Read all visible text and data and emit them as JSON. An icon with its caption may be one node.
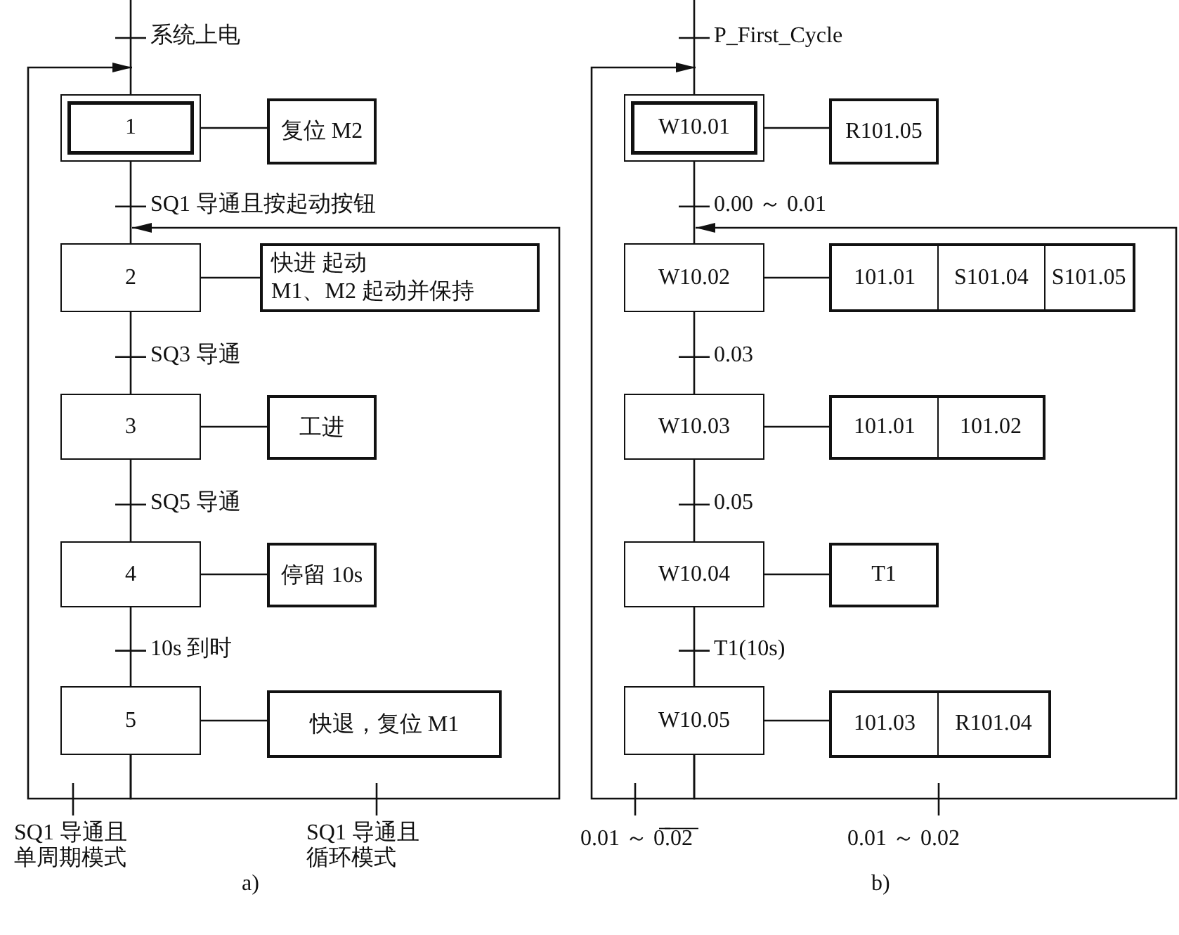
{
  "diagram": {
    "nodes": [
      {
        "text": [
          "1"
        ]
      },
      {
        "text": [
          "复位 M2"
        ]
      },
      {
        "text": [
          "2"
        ]
      },
      {
        "text": [
          "快进 起动",
          "M1、M2 起动并保持"
        ]
      },
      {
        "text": [
          "3"
        ]
      },
      {
        "text": [
          "工进"
        ]
      },
      {
        "text": [
          "4"
        ]
      },
      {
        "text": [
          "停留 10s"
        ]
      },
      {
        "text": [
          "5"
        ]
      },
      {
        "text": [
          "快退，复位 M1"
        ]
      },
      {
        "text": [
          "W10.01"
        ]
      },
      {
        "text": [
          "R101.05"
        ]
      },
      {
        "text": [
          "W10.02"
        ]
      },
      {
        "text": [
          "101.01",
          "S101.04",
          "S101.05"
        ]
      },
      {
        "text": [
          "W10.03"
        ]
      },
      {
        "text": [
          "101.01",
          "101.02"
        ]
      },
      {
        "text": [
          "W10.04"
        ]
      },
      {
        "text": [
          "T1"
        ]
      },
      {
        "text": [
          "W10.05"
        ]
      },
      {
        "text": [
          "101.03",
          "R101.04"
        ]
      }
    ],
    "edges": [
      {
        "from": null,
        "to": 0,
        "arrow": "none",
        "label": "系统上电"
      },
      {
        "from": 0,
        "to": 1,
        "arrow": "none"
      },
      {
        "from": 0,
        "to": 2,
        "arrow": "none",
        "label": "SQ1 导通且按起动按钮"
      },
      {
        "from": 2,
        "to": 3,
        "arrow": "none"
      },
      {
        "from": 2,
        "to": 4,
        "arrow": "none",
        "label": "SQ3 导通"
      },
      {
        "from": 4,
        "to": 5,
        "arrow": "none"
      },
      {
        "from": 4,
        "to": 6,
        "arrow": "none",
        "label": "SQ5 导通"
      },
      {
        "from": 6,
        "to": 7,
        "arrow": "none"
      },
      {
        "from": 6,
        "to": 8,
        "arrow": "none",
        "label": "10s 到时"
      },
      {
        "from": 8,
        "to": 9,
        "arrow": "none"
      },
      {
        "from": 8,
        "to": 0,
        "arrow": "to",
        "label": "SQ1 导通且单周期模式"
      },
      {
        "from": 8,
        "to": 2,
        "arrow": "to",
        "label": "SQ1 导通且循环模式"
      },
      {
        "from": null,
        "to": 10,
        "arrow": "none",
        "label": "P_First_Cycle"
      },
      {
        "from": 10,
        "to": 11,
        "arrow": "none"
      },
      {
        "from": 10,
        "to": 12,
        "arrow": "none",
        "label": "0.00 ～ 0.01"
      },
      {
        "from": 12,
        "to": 13,
        "arrow": "none"
      },
      {
        "from": 12,
        "to": 14,
        "arrow": "none",
        "label": "0.03"
      },
      {
        "from": 14,
        "to": 15,
        "arrow": "none"
      },
      {
        "from": 14,
        "to": 16,
        "arrow": "none",
        "label": "0.05"
      },
      {
        "from": 16,
        "to": 17,
        "arrow": "none"
      },
      {
        "from": 16,
        "to": 18,
        "arrow": "none",
        "label": "T1(10s)"
      },
      {
        "from": 18,
        "to": 19,
        "arrow": "none"
      },
      {
        "from": 18,
        "to": 10,
        "arrow": "to",
        "label": "0.01 ～ 0̅.̅0̅2̅"
      },
      {
        "from": 18,
        "to": 12,
        "arrow": "to",
        "label": "0.01 ～ 0.02"
      }
    ],
    "labels": [
      "a)",
      "b)"
    ]
  }
}
